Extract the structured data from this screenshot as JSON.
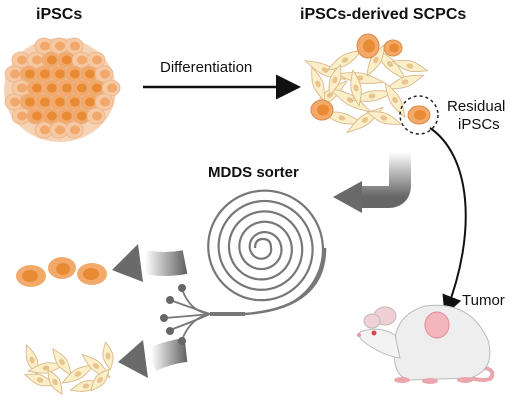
{
  "labels": {
    "ipscs": "iPSCs",
    "derived": "iPSCs-derived SCPCs",
    "differentiation": "Differentiation",
    "residual_line1": "Residual",
    "residual_line2": "iPSCs",
    "sorter": "MDDS sorter",
    "tumor": "Tumor"
  },
  "colors": {
    "ipsc_cell": "#f2a96a",
    "ipsc_nucleus": "#e98a35",
    "fibro_cell": "#fbefc9",
    "fibro_outline": "#d9b98a",
    "arrow_gray": "#6e6e6e",
    "spiral": "#777777",
    "mouse_body": "#eeeeee",
    "tumor": "#f4b6bd"
  }
}
